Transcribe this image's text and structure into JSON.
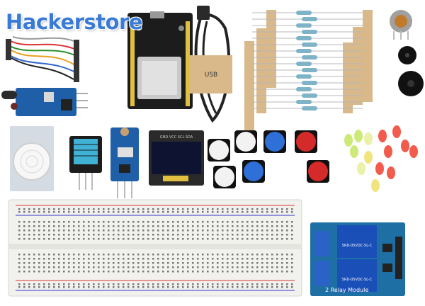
{
  "watermark": {
    "text": "Hackerstore",
    "color": "#3a7bd5"
  },
  "oled": {
    "header_text": "GND VCC SCL SDA"
  },
  "relay": {
    "label": "2 Relay Module",
    "relay_text_a": "SRD-05VDC-SL-C",
    "relay_text_b": "SRD-05VDC-SL-C"
  },
  "cable_tag": {
    "text": "USB"
  },
  "colors": {
    "pcb_blue": "#1f5fa8",
    "pcb_black": "#1c1c1c",
    "breadboard": "#f1f1ee",
    "relay_pcb": "#1e6fa3",
    "resistor_body": "#cfe0e8",
    "paper_tape": "#d9b98a"
  }
}
